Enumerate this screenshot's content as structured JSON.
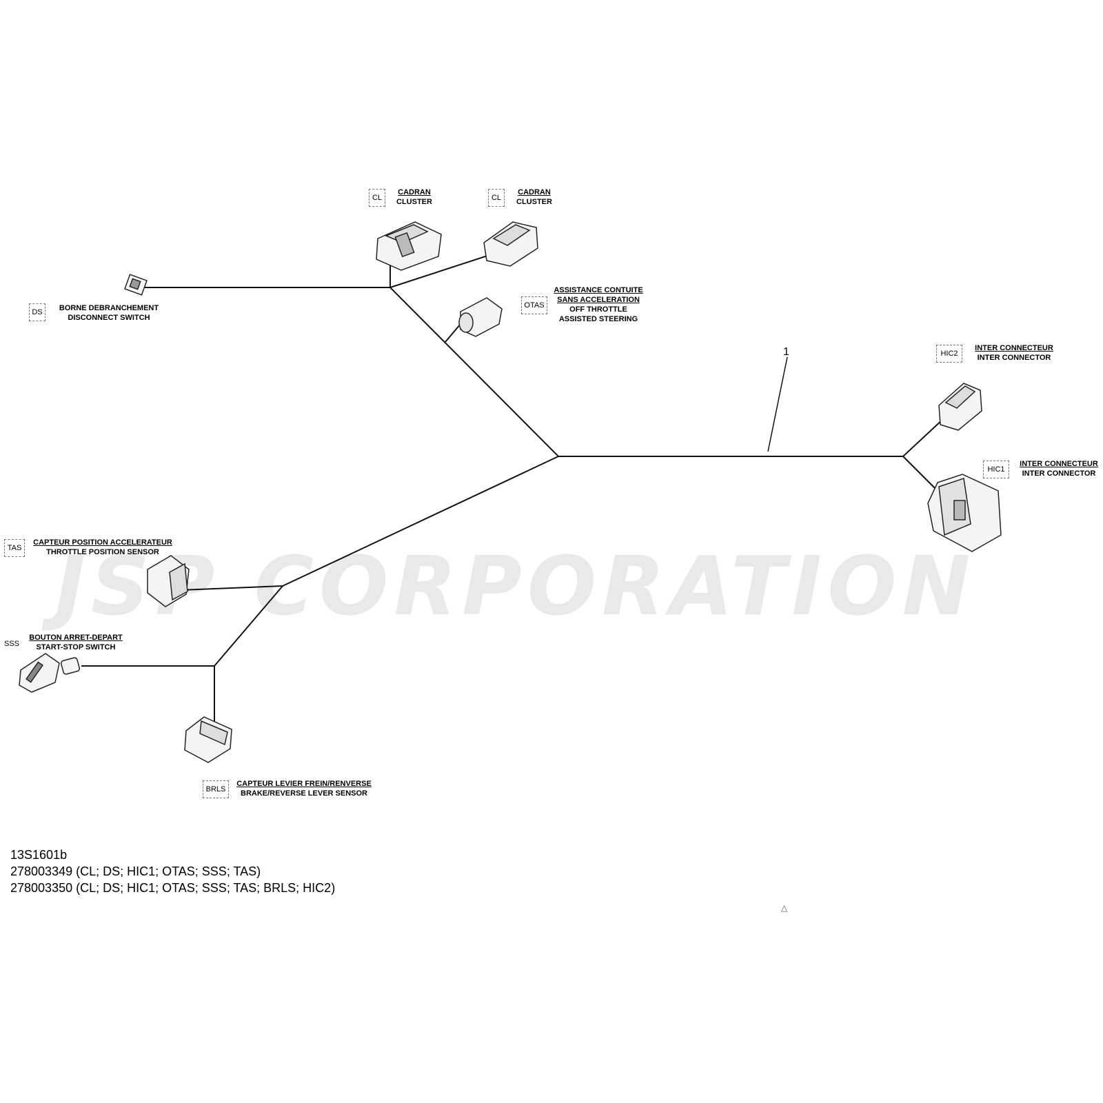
{
  "diagram": {
    "watermark": "JSP CORPORATION",
    "item_number": "1",
    "components": [
      {
        "code": "CL",
        "fr": "CADRAN",
        "en": "CLUSTER"
      },
      {
        "code": "CL",
        "fr": "CADRAN",
        "en": "CLUSTER"
      },
      {
        "code": "DS",
        "fr": "BORNE DEBRANCHEMENT",
        "en": "DISCONNECT SWITCH"
      },
      {
        "code": "OTAS",
        "fr": "ASSISTANCE CONTUITE",
        "fr2": "SANS ACCELERATION",
        "en": "OFF THROTTLE",
        "en2": "ASSISTED STEERING"
      },
      {
        "code": "HIC2",
        "fr": "INTER CONNECTEUR",
        "en": "INTER CONNECTOR"
      },
      {
        "code": "HIC1",
        "fr": "INTER CONNECTEUR",
        "en": "INTER CONNECTOR"
      },
      {
        "code": "TAS",
        "fr": "CAPTEUR POSITION ACCELERATEUR",
        "en": "THROTTLE POSITION SENSOR"
      },
      {
        "code": "SSS",
        "fr": "BOUTON ARRET-DEPART",
        "en": "START-STOP SWITCH"
      },
      {
        "code": "BRLS",
        "fr": "CAPTEUR LEVIER FREIN/RENVERSE",
        "en": "BRAKE/REVERSE LEVER SENSOR"
      }
    ]
  },
  "footer": {
    "ref": "13S1601b",
    "line1": "278003349 (CL; DS; HIC1; OTAS; SSS; TAS)",
    "line2": "278003350 (CL; DS; HIC1; OTAS; SSS; TAS; BRLS; HIC2)"
  }
}
